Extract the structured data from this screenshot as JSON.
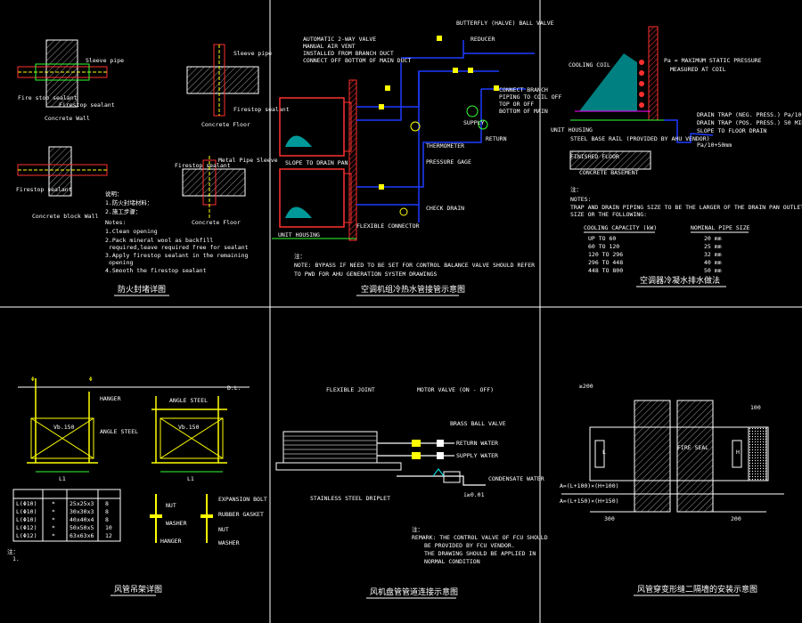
{
  "colors": {
    "background": "#000000",
    "frame": "#ffffff",
    "pipe_blue": "#1e3cff",
    "pipe_red": "#ff2020",
    "yellow": "#ffff00",
    "green": "#33ff33",
    "cyan": "#00ffff",
    "magenta": "#ff00ff"
  },
  "panels": [
    {
      "id": "p1",
      "title": "防火封堵详图",
      "labels": [
        "Sleeve pipe",
        "Fire stop sealant",
        "Firestop sealant",
        "Concrete Wall",
        "Sleeve pipe",
        "Firestop sealant",
        "Concrete Floor",
        "Firestop sealant",
        "Concrete block Wall",
        "Firestop sealant",
        "Metal Pipe Sleeve",
        "Concrete Floor"
      ],
      "notes": [
        "说明：",
        "1.防火封堵材料：",
        "2.施工步骤：",
        "Notes:",
        "1.Clean opening",
        "2.Pack mineral wool as backfill",
        "required,leave required free for sealant",
        "3.Apply firestop sealant in the remaining",
        "opening",
        "4.Smooth the firestop sealant"
      ]
    },
    {
      "id": "p2",
      "title": "空调机组冷热水管接管示意图",
      "labels": [
        "AUTOMATIC 2-WAY VALVE",
        "MANUAL AIR VENT",
        "INSTALLED FROM BRANCH DUCT",
        "CONNECT OFF BOTTOM OF MAIN DUCT",
        "BUTTERFLY (HALVE) BALL VALVE",
        "REDUCER",
        "CONNECT BRANCH",
        "PIPING TO COIL OFF",
        "TOP OR OFF",
        "BOTTOM OF MAIN",
        "SUPPLY",
        "RETURN",
        "THERMOMETER",
        "PRESSURE GAGE",
        "CHECK DRAIN",
        "SLOPE TO DRAIN PAN",
        "UNIT HOUSING",
        "FLEXIBLE CONNECTOR"
      ],
      "notes": [
        "注：",
        "NOTE: BYPASS IF NEED TO BE SET FOR CONTROL BALANCE VALVE SHOULD REFER",
        "TO PWD FOR AHU GENERATION SYSTEM DRAWINGS"
      ]
    },
    {
      "id": "p3",
      "title": "空调器冷凝水排水做法",
      "labels": [
        "COOLING COIL",
        "Pa = MAXIMUM STATIC PRESSURE",
        "MEASURED AT COIL",
        "DRAIN TRAP (NEG. PRESS.) Pa/10+50mm",
        "DRAIN TRAP (POS. PRESS.) 50 MIN.",
        "SLOPE TO FLOOR DRAIN",
        "Pa/10+50mm",
        "UNIT HOUSING",
        "STEEL BASE RAIL (PROVIDED BY AHU VENDOR)",
        "FINISHED FLOOR",
        "CONCRETE BASEMENT"
      ],
      "notes": [
        "注：",
        "NOTES:",
        "TRAP AND DRAIN PIPING SIZE TO BE THE LARGER OF THE DRAIN PAN OUTLET",
        "SIZE OR THE FOLLOWING:"
      ],
      "table_headers": [
        "COOLING CAPACITY (kW)",
        "NOMINAL PIPE SIZE"
      ],
      "table_rows": [
        [
          "UP TO 60",
          "20 mm"
        ],
        [
          "60 TO 120",
          "25 mm"
        ],
        [
          "120 TO 296",
          "32 mm"
        ],
        [
          "296 TO 448",
          "40 mm"
        ],
        [
          "448 TO 800",
          "50 mm"
        ]
      ]
    },
    {
      "id": "p4",
      "title": "风管吊架详图",
      "labels": [
        "Φ",
        "Φ",
        "HANGER",
        "ANGLE STEEL",
        "ANGLE STEEL",
        "D.L.",
        "Vb.150",
        "Vb.150",
        "L1",
        "L1",
        "NUT",
        "WASHER",
        "EXPANSION BOLT",
        "RUBBER GASKET",
        "NUT",
        "HANGER",
        "WASHER"
      ],
      "table_headers": [
        "",
        "",
        "",
        ""
      ],
      "table_rows": [
        [
          "L(Φ10)",
          "*",
          "25x25x3",
          "8"
        ],
        [
          "L(Φ10)",
          "*",
          "30x30x3",
          "8"
        ],
        [
          "L(Φ10)",
          "*",
          "40x40x4",
          "8"
        ],
        [
          "L(Φ12)",
          "*",
          "50x50x5",
          "10"
        ],
        [
          "L(Φ12)",
          "*",
          "63x63x6",
          "12"
        ]
      ],
      "notes": [
        "注：",
        "1."
      ]
    },
    {
      "id": "p5",
      "title": "风机盘管管道连接示意图",
      "labels": [
        "FLEXIBLE JOINT",
        "MOTOR VALVE (ON - OFF)",
        "BRASS BALL VALVE",
        "RETURN WATER",
        "SUPPLY WATER",
        "CONDENSATE WATER",
        "STAINLESS STEEL DRIPLET",
        "i≥0.01"
      ],
      "notes": [
        "注：",
        "REMARK: THE CONTROL VALVE OF FCU SHOULD",
        "BE PROVIDED BY FCU VENDOR.",
        "THE DRAWING SHOULD BE APPLIED IN",
        "NORMAL CONDITION"
      ]
    },
    {
      "id": "p6",
      "title": "风管穿变形缝二隔墙的安装示意图",
      "labels": [
        "≥200",
        "100",
        "FIRE SEAL",
        "A=(L+100)×(H+100)",
        "A=(L+150)×(H+150)",
        "L",
        "H",
        "300",
        "200"
      ]
    }
  ]
}
